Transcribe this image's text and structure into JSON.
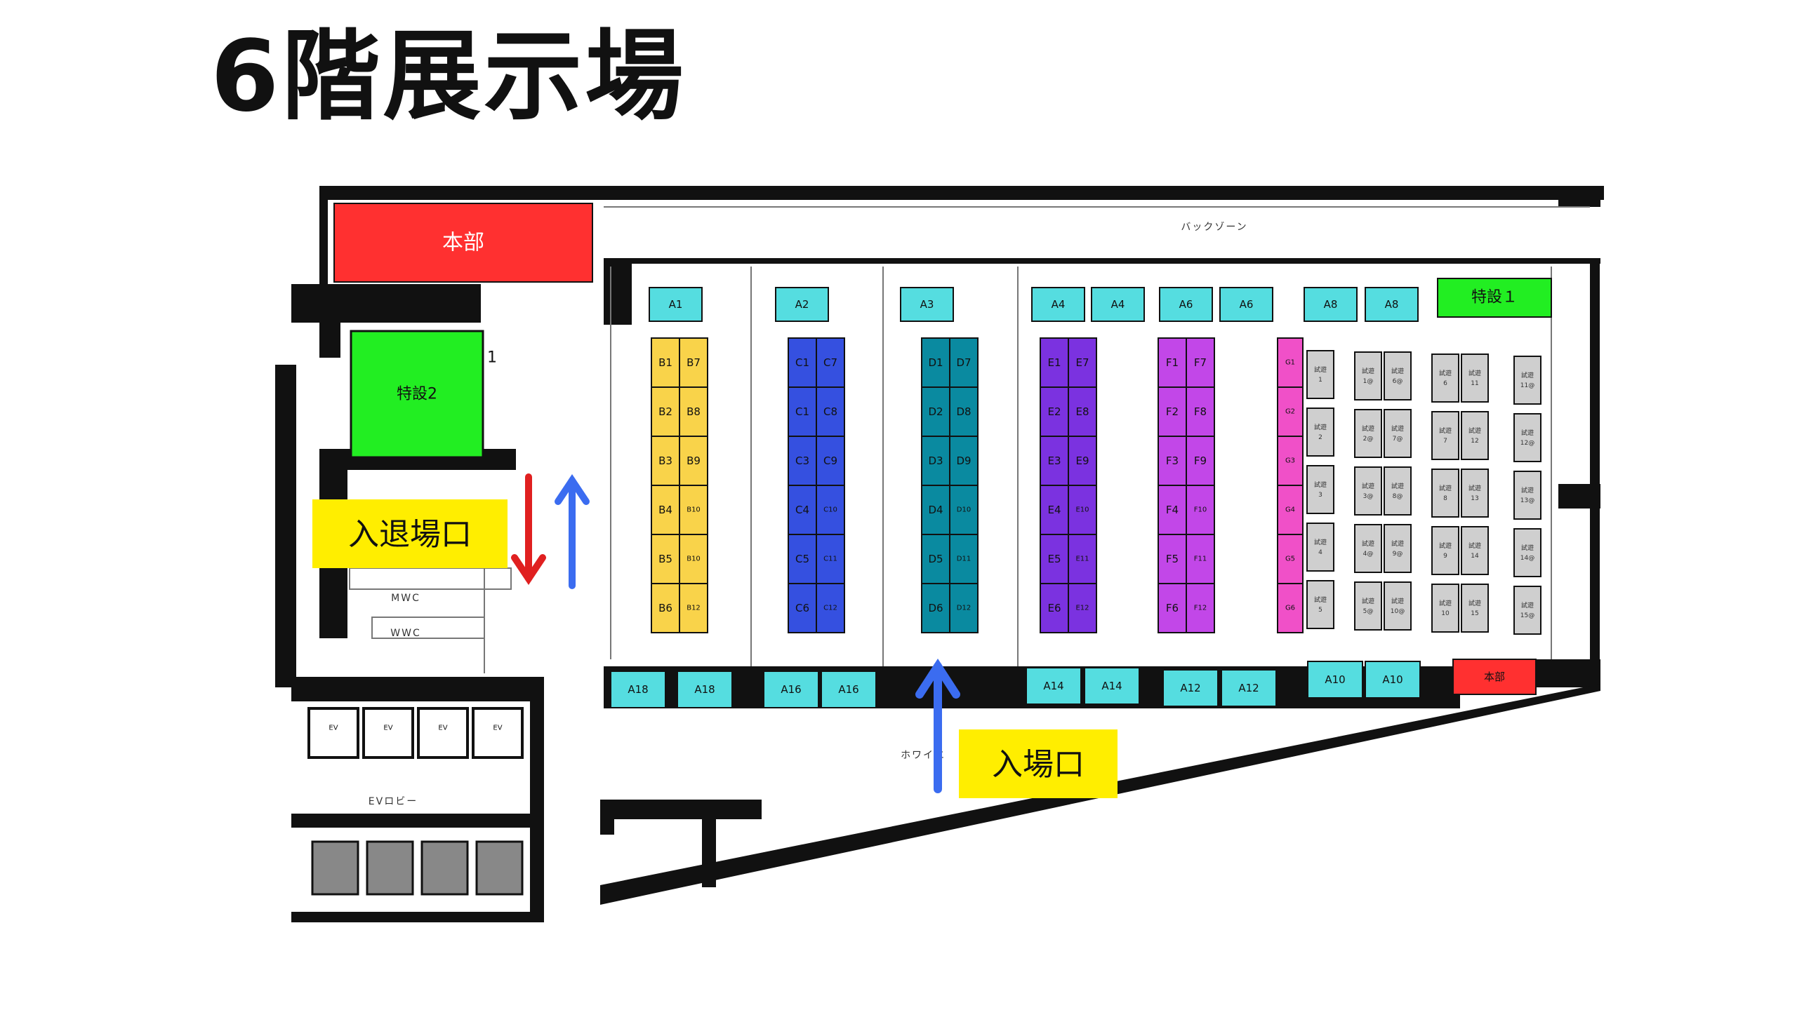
{
  "title": "6階展示場",
  "colors": {
    "A": "#55dde0",
    "B": "#f9d34a",
    "C": "#3550e0",
    "D": "#0a8aa0",
    "E": "#7b32e0",
    "F": "#c247e8",
    "G": "#f050c8",
    "trial": "#cfcfcf",
    "hq": "#ff3030",
    "special": "#22ee22",
    "sign": "#ffee00",
    "arrow_up": "#3b6cf0",
    "arrow_down": "#e02020"
  },
  "areas": {
    "back_zone": "バックゾーン",
    "hq_main": "本部",
    "hq_small": "本部",
    "special1": "特設１",
    "special2": "特設2",
    "special2_num": "1",
    "mwc": "MWC",
    "wwc": "WWC",
    "ev_lobby": "EVロビー",
    "white": "ホワイエ"
  },
  "elevators": [
    "EV",
    "EV",
    "EV",
    "EV"
  ],
  "signs": {
    "exit_entry": "入退場口",
    "entrance": "入場口"
  },
  "icons": [
    "up-arrow-icon",
    "down-arrow-icon"
  ],
  "booths": {
    "A_top": [
      "A1",
      "A2",
      "A3",
      "A4",
      "A4",
      "A6",
      "A6",
      "A8",
      "A8"
    ],
    "A_bottom": [
      "A18",
      "A18",
      "A16",
      "A16",
      "A14",
      "A14",
      "A12",
      "A12",
      "A10",
      "A10"
    ],
    "B": [
      "B1",
      "B7",
      "B2",
      "B8",
      "B3",
      "B9",
      "B4",
      "B10",
      "B5",
      "B10",
      "B6",
      "B12"
    ],
    "C": [
      "C1",
      "C7",
      "C1",
      "C8",
      "C3",
      "C9",
      "C4",
      "C10",
      "C5",
      "C11",
      "C6",
      "C12"
    ],
    "D": [
      "D1",
      "D7",
      "D2",
      "D8",
      "D3",
      "D9",
      "D4",
      "D10",
      "D5",
      "D11",
      "D6",
      "D12"
    ],
    "E": [
      "E1",
      "E7",
      "E2",
      "E8",
      "E3",
      "E9",
      "E4",
      "E10",
      "E5",
      "E11",
      "E6",
      "E12"
    ],
    "F": [
      "F1",
      "F7",
      "F2",
      "F8",
      "F3",
      "F9",
      "F4",
      "F10",
      "F5",
      "F11",
      "F6",
      "F12"
    ],
    "G": [
      "G1",
      "G2",
      "G3",
      "G4",
      "G5",
      "G6"
    ]
  },
  "trial": {
    "prefix": "試遊",
    "col1": [
      "1",
      "2",
      "3",
      "4",
      "5"
    ],
    "col2": [
      "1@",
      "2@",
      "3@",
      "4@",
      "5@"
    ],
    "col3": [
      "6@",
      "7@",
      "8@",
      "9@",
      "10@"
    ],
    "col4": [
      "6",
      "7",
      "8",
      "9",
      "10"
    ],
    "col5": [
      "11",
      "12",
      "13",
      "14",
      "15"
    ],
    "col6": [
      "11@",
      "12@",
      "13@",
      "14@",
      "15@"
    ]
  }
}
